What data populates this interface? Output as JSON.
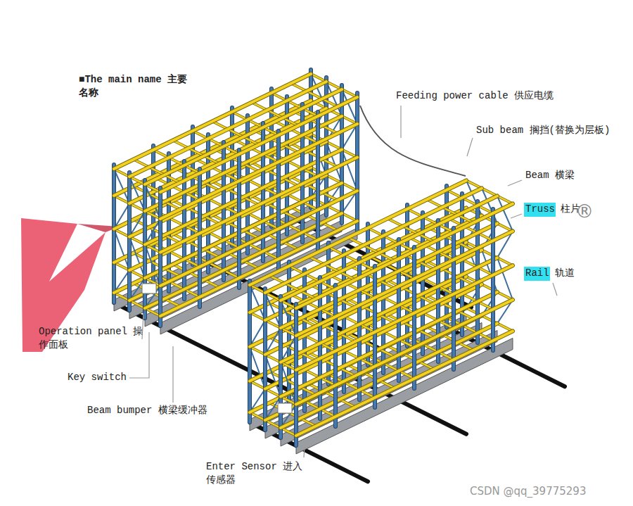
{
  "diagram": {
    "title": "■The main name 主要 名称",
    "labels": [
      "Feeding power cable 供应电缆",
      "Sub beam 搁挡(替换为层板)",
      "Beam 横梁",
      "Truss 柱片",
      "®",
      "Rail 轨道",
      "Operation panel 操作面板",
      "Key switch",
      "Beam bumper 横梁缓冲器",
      "Enter Sensor 进入 传感器",
      "CSDN @qq_39775293"
    ]
  }
}
